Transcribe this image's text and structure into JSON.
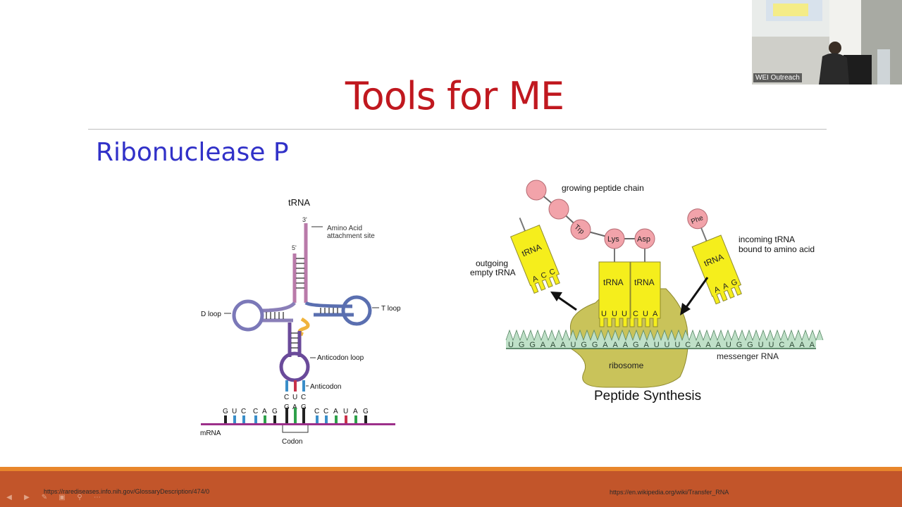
{
  "slide": {
    "title": "Tools for ME",
    "subtitle": "Ribonuclease P"
  },
  "trna_diagram": {
    "title": "tRNA",
    "three_prime": "3'",
    "five_prime": "5'",
    "amino_label_1": "Amino Acid",
    "amino_label_2": "attachment site",
    "d_loop": "D loop",
    "t_loop": "T loop",
    "anticodon_loop": "Anticodon loop",
    "anticodon": "Anticodon",
    "anticodon_letters": [
      "C",
      "U",
      "C"
    ],
    "codon_letters": [
      "G",
      "A",
      "G"
    ],
    "mrna_left": [
      "G",
      "U",
      "C",
      "C",
      "A",
      "G"
    ],
    "mrna_right": [
      "C",
      "C",
      "A",
      "U",
      "A",
      "G"
    ],
    "mrna": "mRNA",
    "codon": "Codon"
  },
  "peptide_diagram": {
    "growing_chain": "growing peptide chain",
    "trp": "Trp",
    "lys": "Lys",
    "asp": "Asp",
    "phe": "Phe",
    "trna": "tRNA",
    "outgoing_1": "outgoing",
    "outgoing_2": "empty tRNA",
    "incoming_1": "incoming tRNA",
    "incoming_2": "bound to amino acid",
    "outgoing_anticodon": [
      "A",
      "C",
      "C"
    ],
    "lys_anticodon": [
      "U",
      "U",
      "U"
    ],
    "asp_anticodon": [
      "C",
      "U",
      "A"
    ],
    "phe_anticodon": [
      "A",
      "A",
      "G"
    ],
    "mrna_sequence": "UGGAAAUGGAAAGAUUUCAAAUGGUUCAAA",
    "ribosome": "ribosome",
    "messenger_rna": "messenger RNA",
    "caption": "Peptide Synthesis"
  },
  "footer": {
    "left_url": "https://rarediseases.info.nih.gov/GlossaryDescription/474/0",
    "right_url": "https://en.wikipedia.org/wiki/Transfer_RNA"
  },
  "camera": {
    "label": "WEI Outreach"
  },
  "colors": {
    "title": "#c0181f",
    "subtitle": "#3131c8",
    "footer": "#c2552a",
    "footer_accent": "#e8862b",
    "trna_yellow": "#f5ee1c",
    "amino_pink": "#f2a3aa",
    "ribosome": "#c9c35a",
    "mrna_green": "#bfe0c8"
  },
  "icons": [
    "prev-arrow-icon",
    "next-arrow-icon",
    "pen-icon",
    "slides-icon",
    "zoom-icon",
    "more-icon"
  ]
}
